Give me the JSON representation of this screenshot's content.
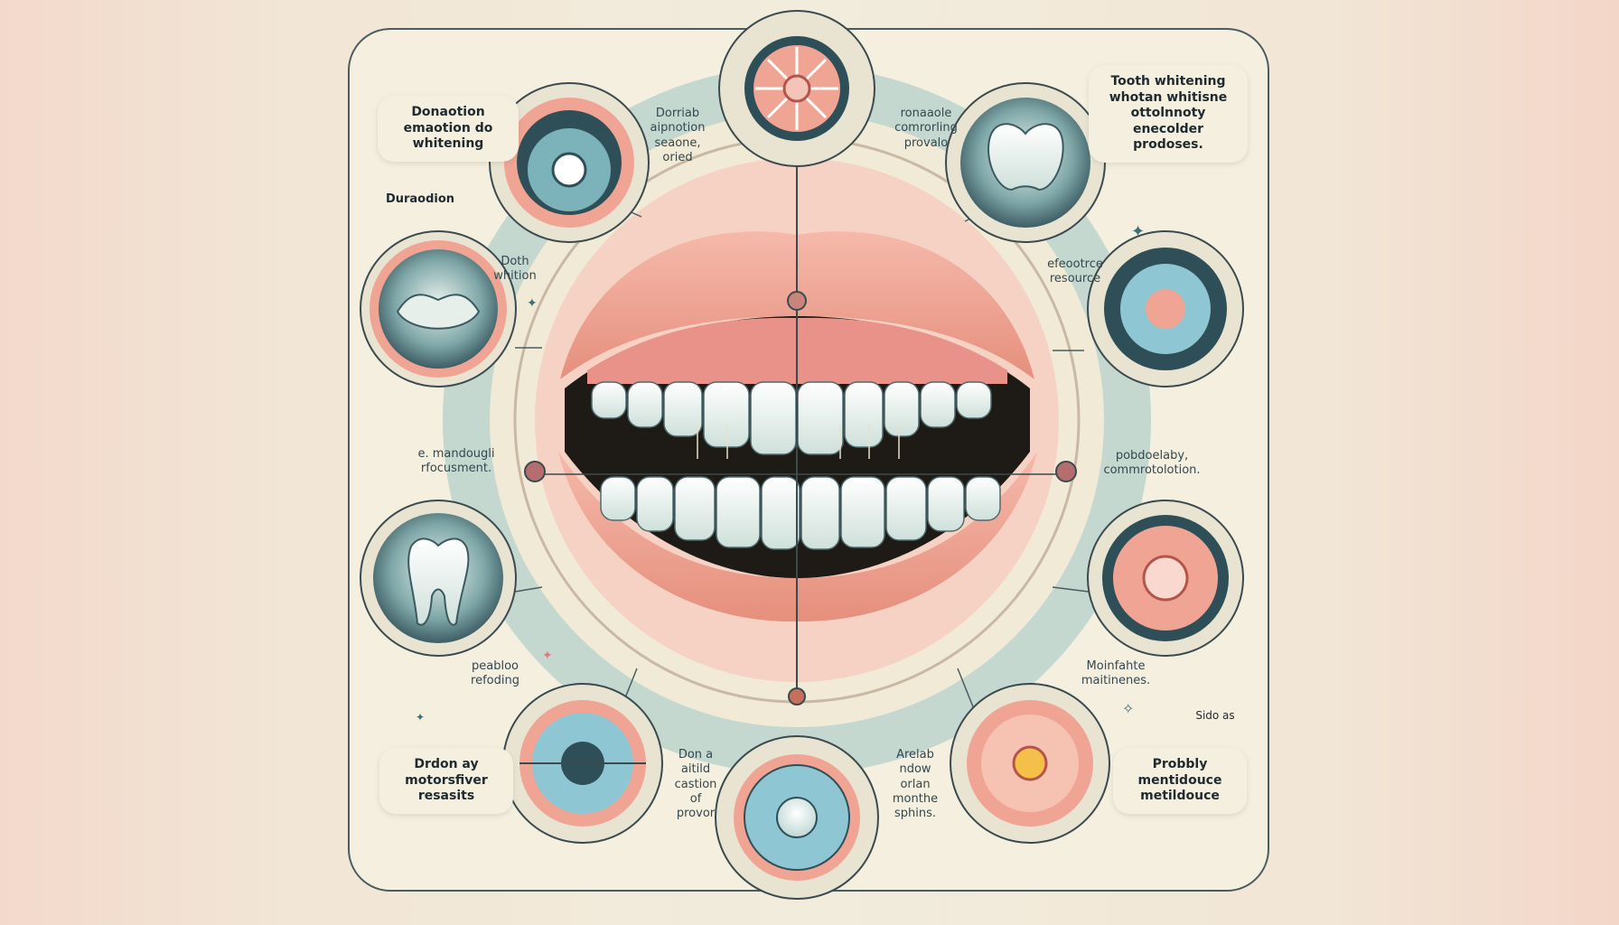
{
  "colors": {
    "cream": "#f4efdf",
    "ring_teal": "#a8c8c4",
    "deep_teal": "#2f4f58",
    "coral": "#f0a493",
    "lip_pink": "#f2aa9c",
    "tooth_white": "#eef3ee"
  },
  "labels": {
    "top_left": "Donaotion\nemaotion do\nwhitening",
    "duration": "Duraodion",
    "top_center_left": "Dorriab\naipnotion\nseaone,\noried",
    "top_center_right": "ronaaole\ncomrorling\nprovalo",
    "top_right": "Tooth whitening\nwhotan whitisne\nottolnnoty\nenecolder\nprodoses.",
    "doth_whition": "Doth\nwhition",
    "effective_resource": "efeootrce\nresource",
    "left_mid": "e. mandougli\nrfocusment.",
    "right_mid": "pobdoelaby,\ncommrotolotion.",
    "left_low": "peabloo\nrefoding",
    "right_low": "Moinfahte\nmaitinenes.",
    "side_as": "Sido as",
    "bottom_left": "Drdon ay\nmotorsfiver\nresasits",
    "bottom_right": "Probbly\nmentidouce\nmetildouce",
    "bottom_center_left": "Don a\naitild\ncastion\nof\nprovor",
    "bottom_center_right": "Arelab\nndow\norlan\nmonthe\nsphins."
  },
  "icons": [
    "gear-mechanism-icon",
    "dial-gauge-icon",
    "tooth-icon",
    "lips-icon",
    "whitening-disc-icon",
    "molar-tooth-icon",
    "flower-disc-icon",
    "target-gauge-icon",
    "geodesic-dial-icon",
    "flower-badge-icon"
  ]
}
